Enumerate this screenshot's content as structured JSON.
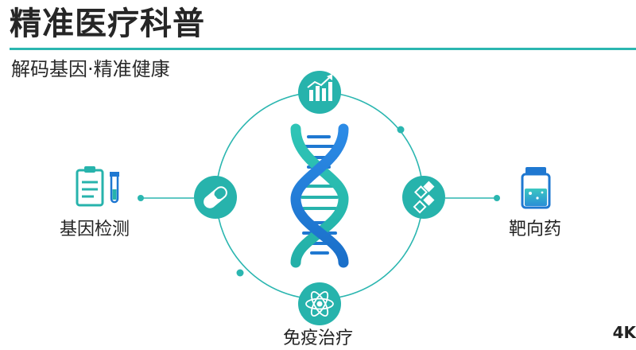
{
  "header": {
    "title": "精准医疗科普",
    "subtitle": "解码基因·精准健康"
  },
  "nodes": {
    "left_label": "基因检测",
    "right_label": "靶向药",
    "bottom_label": "免疫治疗"
  },
  "icons": {
    "top": "growth-chart-icon",
    "left_inner": "capsule-pill-icon",
    "right_inner": "molecule-icon",
    "bottom": "atom-icon",
    "center": "dna-helix-icon",
    "left_outer": "clipboard-test-tube-icon",
    "right_outer": "medicine-bottle-icon"
  },
  "colors": {
    "teal": "#27b3ac",
    "blue": "#1f78d1",
    "title_rule": "#2bb6b0"
  },
  "watermark": "4K"
}
